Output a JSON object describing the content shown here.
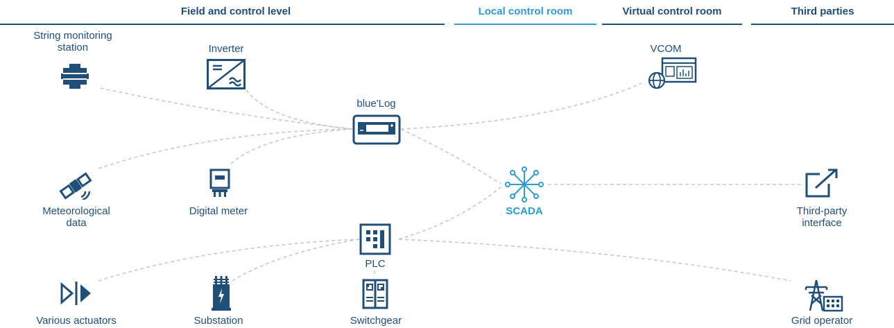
{
  "headers": {
    "field": "Field and control level",
    "local": "Local control room",
    "virtual": "Virtual control room",
    "third": "Third parties"
  },
  "nodes": {
    "string_monitoring": "String monitoring\nstation",
    "inverter": "Inverter",
    "bluelog": "blue'Log",
    "vcom": "VCOM",
    "meteorological": "Meteorological\ndata",
    "digital_meter": "Digital meter",
    "scada": "SCADA",
    "third_party": "Third-party\ninterface",
    "plc": "PLC",
    "actuators": "Various actuators",
    "substation": "Substation",
    "switchgear": "Switchgear",
    "grid_operator": "Grid operator"
  },
  "colors": {
    "primary": "#1f4e79",
    "accent": "#2e9ad6",
    "connector": "#c8c8c8"
  }
}
